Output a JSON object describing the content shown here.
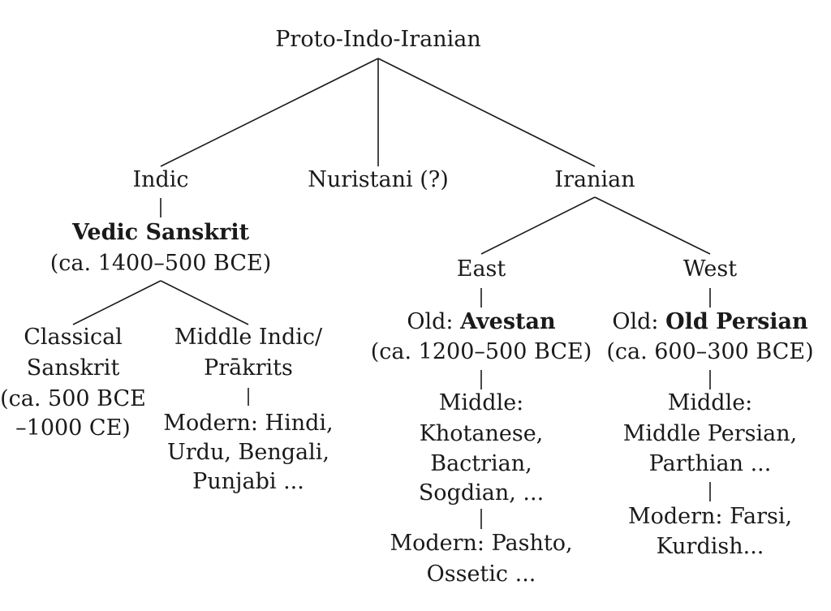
{
  "root": {
    "label": "Proto-Indo-Iranian"
  },
  "indic": {
    "label": "Indic",
    "vedic": {
      "name": "Vedic Sanskrit",
      "date": "(ca. 1400–500 BCE)"
    },
    "classical": {
      "lines": [
        "Classical",
        "Sanskrit",
        "(ca. 500 BCE",
        "–1000 CE)"
      ]
    },
    "middle": {
      "lines": [
        "Middle Indic/",
        "Prākrits"
      ]
    },
    "modern": {
      "lines": [
        "Modern: Hindi,",
        "Urdu, Bengali,",
        "Punjabi ..."
      ]
    }
  },
  "nuristani": {
    "label": "Nuristani (?)"
  },
  "iranian": {
    "label": "Iranian",
    "east": {
      "label": "East",
      "old_prefix": "Old:",
      "old_name": "Avestan",
      "old_date": "(ca. 1200–500 BCE)",
      "middle": {
        "lines": [
          "Middle:",
          "Khotanese,",
          "Bactrian,",
          "Sogdian, ..."
        ]
      },
      "modern": {
        "lines": [
          "Modern: Pashto,",
          "Ossetic ..."
        ]
      }
    },
    "west": {
      "label": "West",
      "old_prefix": "Old:",
      "old_name": "Old Persian",
      "old_date": "(ca. 600–300 BCE)",
      "middle": {
        "lines": [
          "Middle:",
          "Middle Persian,",
          "Parthian ..."
        ]
      },
      "modern": {
        "lines": [
          "Modern: Farsi,",
          "Kurdish..."
        ]
      }
    }
  }
}
